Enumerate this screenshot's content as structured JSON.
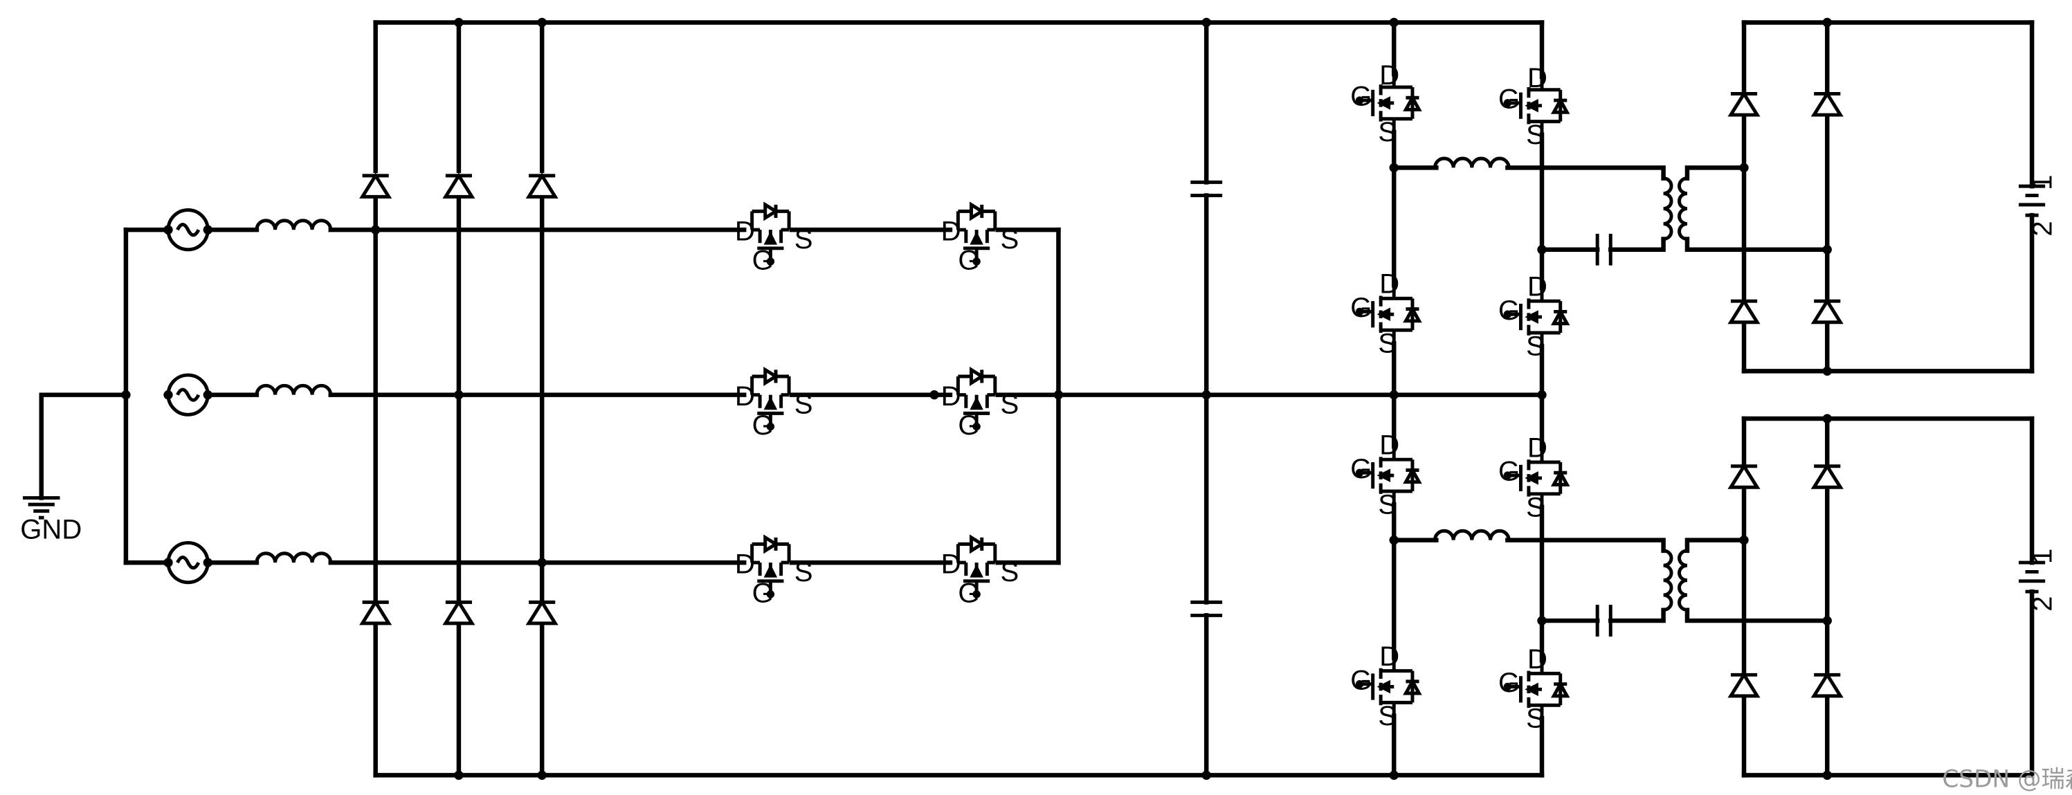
{
  "ground": {
    "label": "GND"
  },
  "mosfet_labels": {
    "gate": "G",
    "drain": "D",
    "source": "S"
  },
  "battery_labels": {
    "positive": "1",
    "negative": "2"
  },
  "watermark": {
    "text": "CSDN @瑞森半导体"
  }
}
